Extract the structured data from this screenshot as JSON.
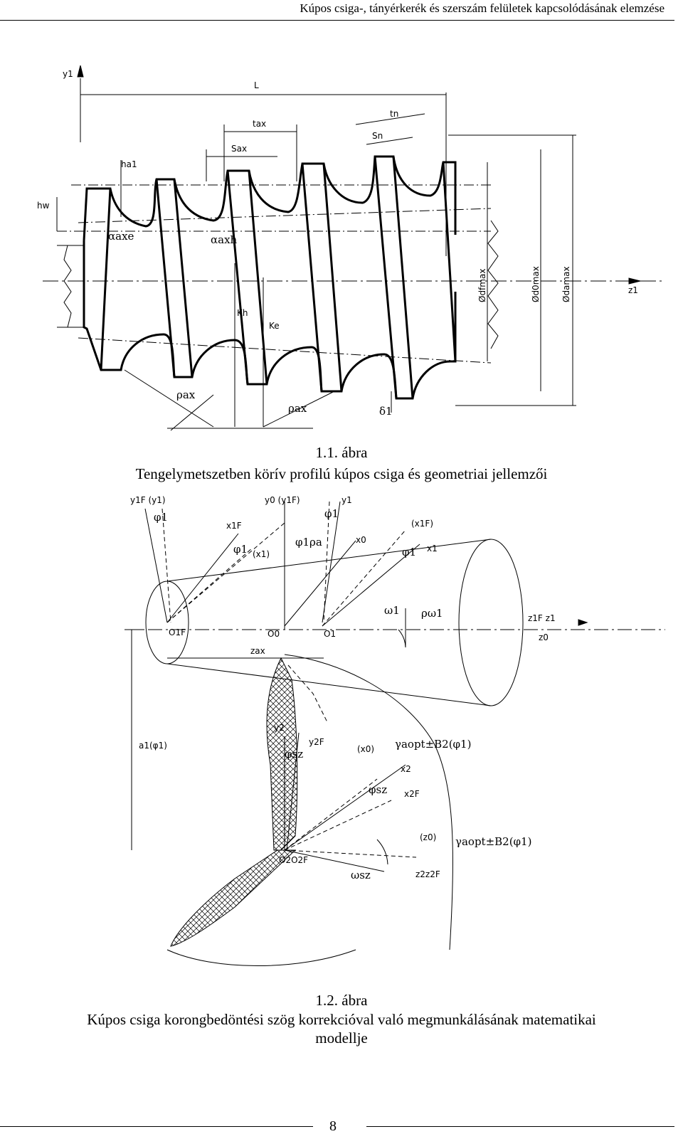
{
  "header": {
    "title": "Kúpos csiga-, tányérkerék és szerszám felületek kapcsolódásának elemzése"
  },
  "figure1": {
    "caption_number": "1.1. ábra",
    "caption_text": "Tengelymetszetben körív profilú kúpos csiga és geometriai jellemzői",
    "labels": {
      "y1": "y1",
      "L": "L",
      "tax": "tax",
      "tn": "tn",
      "sn": "Sn",
      "sax": "Sax",
      "ha1": "ha1",
      "hw": "hw",
      "alpha_axe": "αaxe",
      "alpha_axh": "αaxh",
      "kh": "Kh",
      "ke": "Ke",
      "dfmax": "Ødfmax",
      "d0max": "Ød0max",
      "damax": "Ødamax",
      "z1": "z1",
      "rho_ax_1": "ρax",
      "rho_ax_2": "ρax",
      "delta1": "δ1"
    }
  },
  "figure2": {
    "caption_number": "1.2. ábra",
    "caption_text_line1": "Kúpos csiga korongbedöntési szög korrekcióval való megmunkálásának matematikai",
    "caption_text_line2": "modellje",
    "labels": {
      "y1F_y1": "y1F (y1)",
      "y0_y1F": "y0 (y1F)",
      "y1": "y1",
      "phi1_a": "φ1",
      "phi1_b": "φ1",
      "phi1_c": "φ1",
      "phi1_d": "φ1",
      "x1F": "x1F",
      "x1_paren": "(x1)",
      "phi1_rho_a": "φ1ρa",
      "x0": "x0",
      "x1F_paren": "(x1F)",
      "x1": "x1",
      "omega1": "ω1",
      "rho_omega1": "ρω1",
      "z1F_z1": "z1F z1",
      "z0": "z0",
      "O1F": "O1F",
      "O0": "O0",
      "O1": "O1",
      "zax": "zax",
      "a1_phi1": "a1(φ1)",
      "y2": "y2",
      "y2F": "y2F",
      "phi_sz_a": "φsz",
      "x0_paren": "(x0)",
      "gamma_1": "γaopt±B2(φ1)",
      "x2": "x2",
      "phi_sz_b": "φsz",
      "x2F": "x2F",
      "z0_paren": "(z0)",
      "gamma_2": "γaopt±B2(φ1)",
      "O2O2F": "O2O2F",
      "omega_sz": "ωsz",
      "z2z2F": "z2z2F"
    }
  },
  "footer": {
    "page_number": "8"
  }
}
